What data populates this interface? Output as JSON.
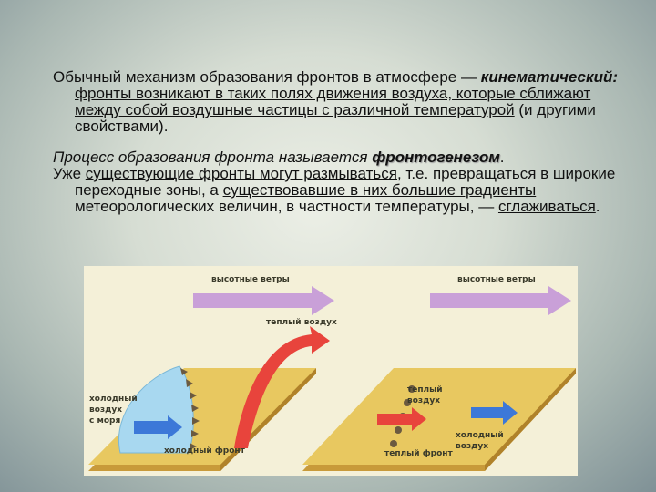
{
  "text": {
    "p1_a": "Обычный механизм образования фронтов в атмосфере — ",
    "p1_b": "кинематический:",
    "p1_c": " ",
    "p1_d": "фронты возникают в таких полях движения воздуха, которые сближают между собой воздушные частицы с различной температурой",
    "p1_e": " (и другими свойствами).",
    "p2_a": "Процесс образования фронта называется ",
    "p2_b": "фронтогенезом",
    "p2_c": ".",
    "p3_a": "Уже ",
    "p3_b": "существующие фронты могут размываться",
    "p3_c": ", т.е. превращаться в широкие переходные зоны, а ",
    "p3_d": "существовавшие в них большие градиенты",
    "p3_e": " метеорологических величин, в частности температуры, — ",
    "p3_f": "сглаживаться",
    "p3_g": "."
  },
  "figure": {
    "left": {
      "upper_winds": "высотные ветры",
      "warm_air": "теплый воздух",
      "cold_air_line1": "холодный",
      "cold_air_line2": "воздух",
      "cold_air_line3": "с моря",
      "cold_front": "холодный фронт"
    },
    "right": {
      "upper_winds": "высотные ветры",
      "warm_air_line1": "теплый",
      "warm_air_line2": "воздух",
      "warm_front": "теплый фронт",
      "cold_air_line1": "холодный",
      "cold_air_line2": "воздух"
    },
    "colors": {
      "slab_top": "#e8c860",
      "slab_side": "#c89a3a",
      "upper_wind_arrow": "#c9a0d8",
      "warm_arrow": "#e8443c",
      "cold_arrow": "#3c78d8",
      "cold_mass": "#a8d8f0",
      "front_symbols": "#6b5a40"
    }
  }
}
